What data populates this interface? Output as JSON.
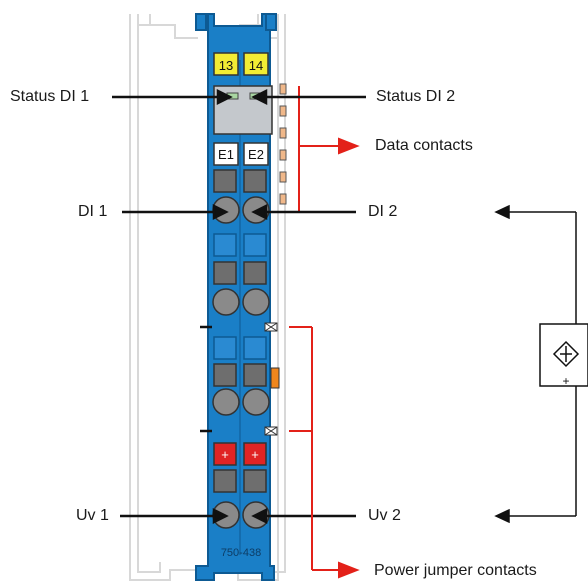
{
  "terminal": {
    "label_13": "13",
    "label_14": "14",
    "label_e1": "E1",
    "label_e2": "E2",
    "plus_1": "+",
    "plus_2": "+",
    "part_number": "750-438"
  },
  "labels": {
    "status_di1": "Status DI 1",
    "status_di2": "Status DI 2",
    "data_contacts": "Data contacts",
    "di1": "DI 1",
    "di2": "DI 2",
    "uv1": "Uv 1",
    "uv2": "Uv 2",
    "power_jumper_contacts": "Power jumper contacts"
  },
  "sensor": {
    "plus": "+"
  },
  "colors": {
    "module_blue": "#1a7fc7",
    "module_dark": "#0d5a93",
    "label_yellow": "#f2ec34",
    "button_red": "#e02424",
    "arrow_red": "#e32119",
    "contact_orange": "#f0861c"
  }
}
